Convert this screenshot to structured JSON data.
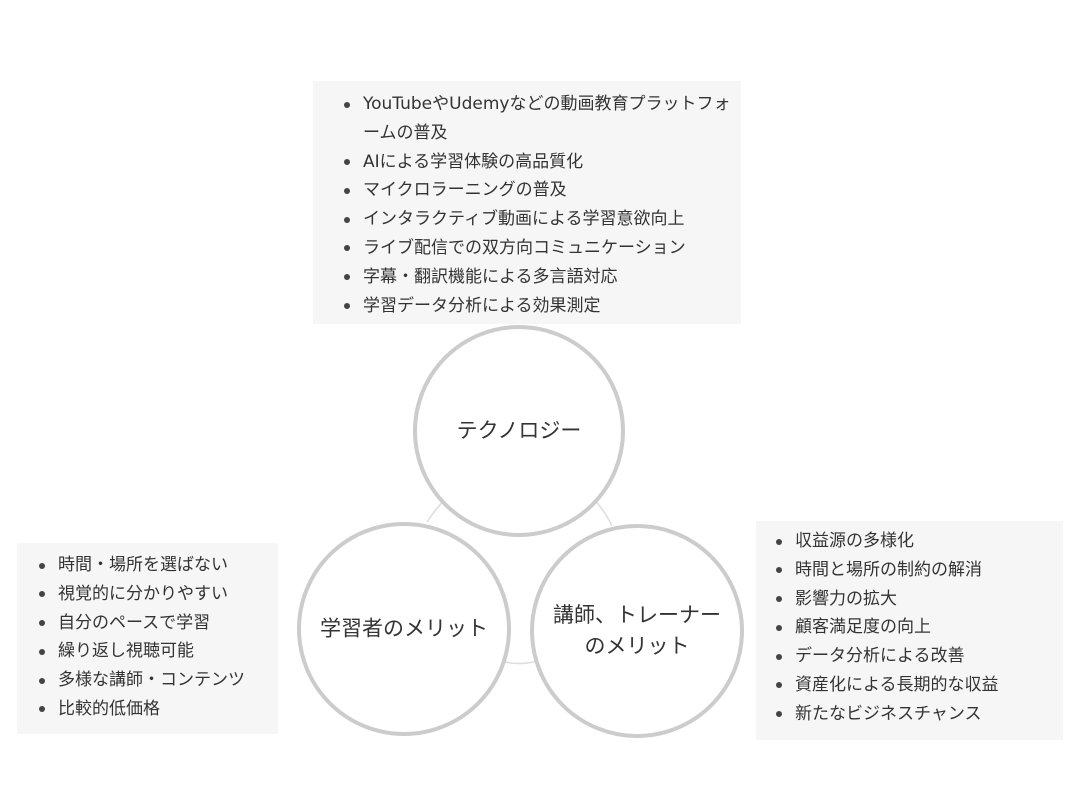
{
  "nodes": [
    {
      "id": "technology",
      "lines": [
        "テクノロジー"
      ]
    },
    {
      "id": "learner",
      "lines": [
        "学習者のメリット"
      ]
    },
    {
      "id": "trainer",
      "lines": [
        "講師、トレーナー",
        "のメリット"
      ]
    }
  ],
  "panels": {
    "technology": [
      "YouTubeやUdemyなどの動画教育プラットフォームの普及",
      " AIによる学習体験の高品質化",
      "マイクロラーニングの普及",
      "インタラクティブ動画による学習意欲向上",
      "ライブ配信での双方向コミュニケーション",
      "字幕・翻訳機能による多言語対応",
      "学習データ分析による効果測定"
    ],
    "learner": [
      "時間・場所を選ばない",
      "視覚的に分かりやすい",
      "自分のペースで学習",
      "繰り返し視聴可能",
      "多様な講師・コンテンツ",
      "比較的低価格"
    ],
    "trainer": [
      "収益源の多様化",
      "時間と場所の制約の解消",
      "影響力の拡大",
      "顧客満足度の向上",
      "データ分析による改善",
      "資産化による長期的な収益",
      "新たなビジネスチャンス"
    ]
  },
  "colors": {
    "circle_stroke": "#cccccc",
    "connector": "#dddddd",
    "panel_bg": "#f6f6f6",
    "text": "#333333"
  }
}
